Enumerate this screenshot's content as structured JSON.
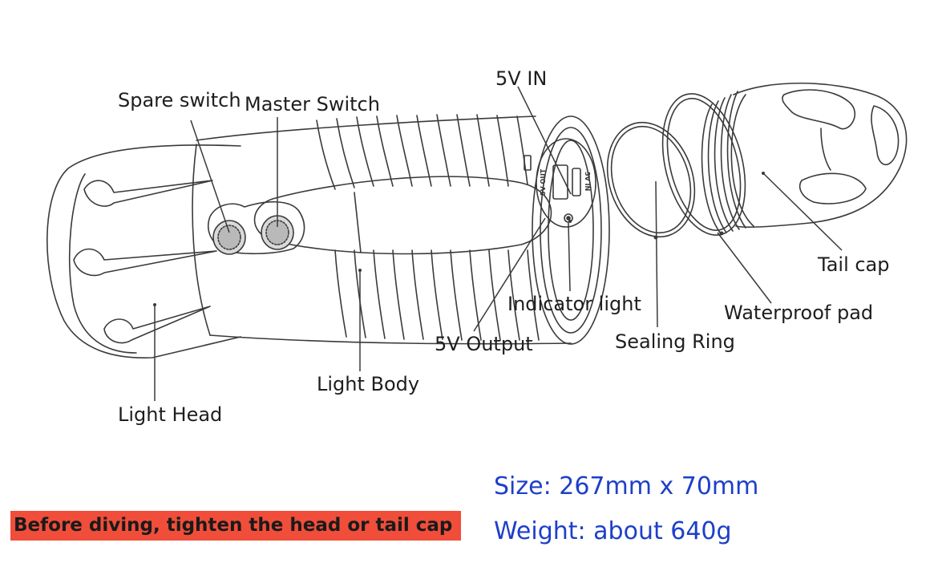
{
  "labels": {
    "spare_switch": "Spare switch",
    "master_switch": "Master Switch",
    "five_v_in": "5V IN",
    "tail_cap": "Tail cap",
    "indicator_light": "Indicator light",
    "waterproof_pad": "Waterproof pad",
    "sealing_ring": "Sealing Ring",
    "five_v_output": "5V Output",
    "light_body": "Light Body",
    "light_head": "Light Head"
  },
  "port_marks": {
    "out": "5V OUT",
    "in": "5V IN"
  },
  "specs": {
    "size": "Size: 267mm x 70mm",
    "weight": "Weight: about 640g"
  },
  "warning": "Before diving, tighten the head or tail cap",
  "colors": {
    "spec_text": "#1d3fc9",
    "warning_bg": "#f04e3a",
    "line": "#3a3a3a"
  }
}
